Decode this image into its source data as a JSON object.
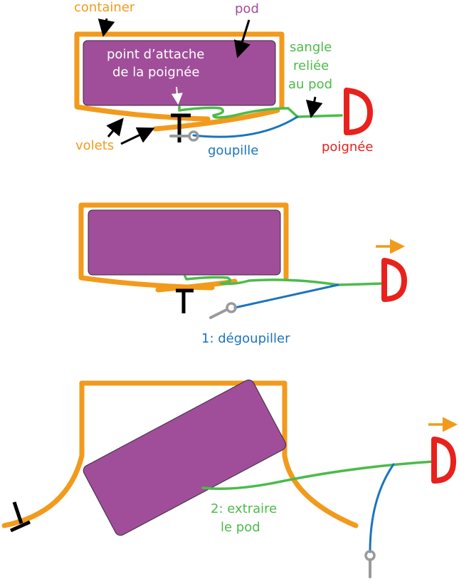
{
  "colors": {
    "container": "#f29a1c",
    "pod": "#a04e9a",
    "strap": "#4cbb4a",
    "pin": "#1c74bd",
    "handle": "#e8211d"
  },
  "scene1": {
    "label_container": "container",
    "label_pod": "pod",
    "label_attach_1": "point d’attache",
    "label_attach_2": "de la poignée",
    "label_strap_1": "sangle",
    "label_strap_2": "reliée",
    "label_strap_3": "au pod",
    "label_flaps": "volets",
    "label_pin": "goupille",
    "label_handle": "poignée"
  },
  "scene2": {
    "step_label": "1: dégoupiller"
  },
  "scene3": {
    "step_label_1": "2: extraire",
    "step_label_2": "le pod"
  }
}
